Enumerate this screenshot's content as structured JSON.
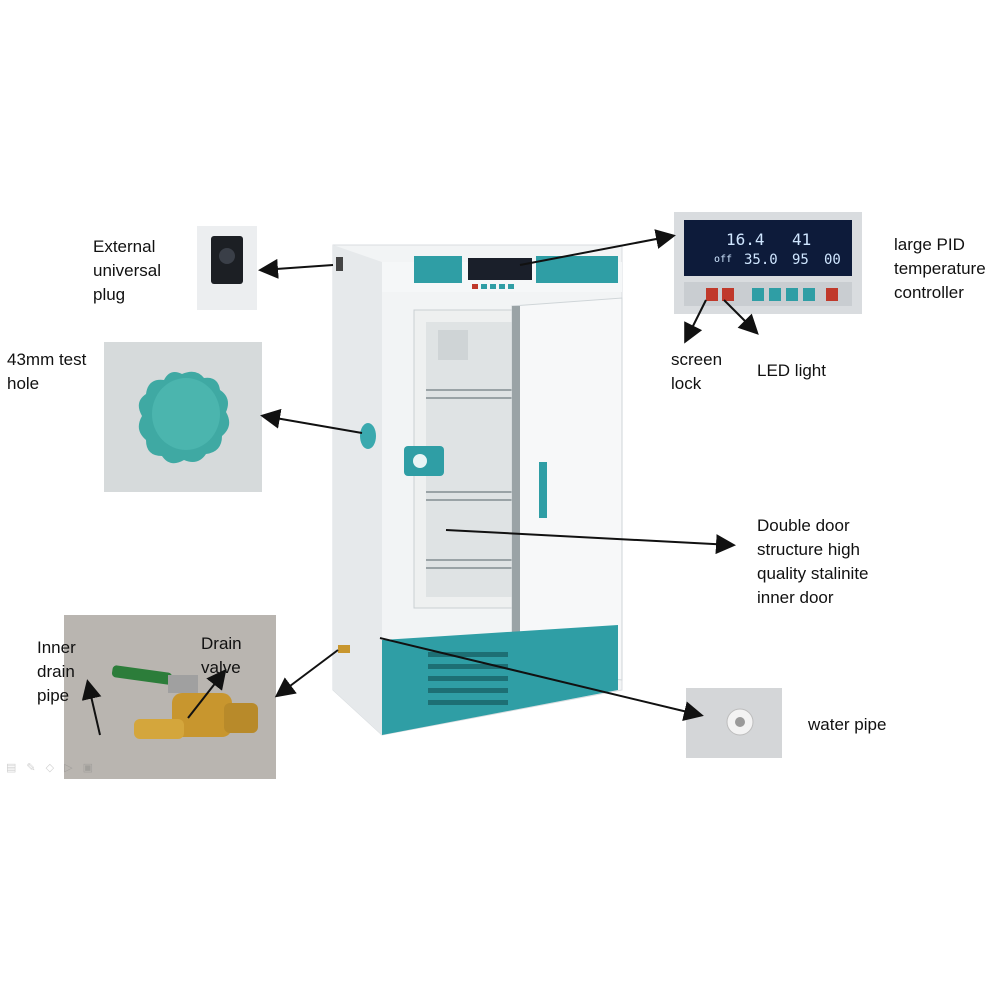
{
  "labels": {
    "external_plug": "External\nuniversal\nplug",
    "test_hole": "43mm test\nhole",
    "inner_drain_pipe": "Inner\ndrain\npipe",
    "drain_valve": "Drain\nvalve",
    "pid_controller": "large PID\ntemperature\ncontroller",
    "screen_lock": "screen\nlock",
    "led_light": "LED light",
    "double_door": "Double door\nstructure high\nquality stalinite\ninner door",
    "water_pipe": "water pipe"
  },
  "controller_display": {
    "temp_reading": "16.4",
    "humidity_reading": "41",
    "mode": "off",
    "temp_setpoint": "35.0",
    "humidity_setpoint": "95",
    "timer": "00"
  },
  "colors": {
    "accent_teal": "#2f9ea5",
    "cabinet_white": "#f4f6f7",
    "lcd_bg": "#0d1b3a",
    "lcd_text": "#cfe6ff",
    "arrow": "#111111",
    "valve_brass": "#c8962e",
    "valve_handle": "#2c7d3a"
  },
  "icons": {
    "toolbar": [
      "menu-icon",
      "pen-icon",
      "eraser-icon",
      "pointer-icon",
      "camera-icon"
    ]
  }
}
